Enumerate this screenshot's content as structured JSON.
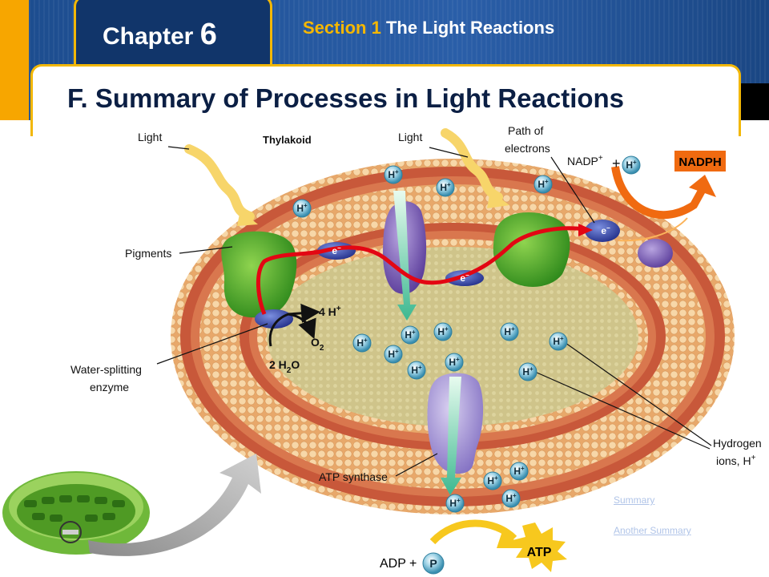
{
  "header": {
    "chapter_label": "Chapter",
    "chapter_number": "6",
    "section_label": "Section 1",
    "section_title": "The Light Reactions",
    "slide_title": "F. Summary of Processes in Light Reactions"
  },
  "diagram": {
    "labels": {
      "light_left": "Light",
      "thylakoid": "Thylakoid",
      "light_right": "Light",
      "path_line1": "Path of",
      "path_line2": "electrons",
      "nadp": "NADP",
      "nadp_sup": "+",
      "plus": "+",
      "nadph": "NADPH",
      "pigments": "Pigments",
      "four_h": "4 H",
      "four_h_sup": "+",
      "o2": "O",
      "o2_sub": "2",
      "h2o_prefix": "2 H",
      "h2o_sub": "2",
      "h2o_suffix": "O",
      "water_line1": "Water-splitting",
      "water_line2": "enzyme",
      "hydrogen_line1": "Hydrogen",
      "hydrogen_line2": "ions, H",
      "hydrogen_sup": "+",
      "atp_synthase": "ATP synthase",
      "adp": "ADP +",
      "p": "P",
      "atp": "ATP",
      "h": "H",
      "h_sup": "+",
      "e": "e",
      "e_sup": "−"
    }
  },
  "links": {
    "summary": "Summary",
    "another_summary": "Another Summary"
  },
  "colors": {
    "header_blue": "#1d4d8f",
    "accent_gold": "#f2b705",
    "nadph_orange": "#f06a10",
    "electron_red": "#e30613"
  }
}
